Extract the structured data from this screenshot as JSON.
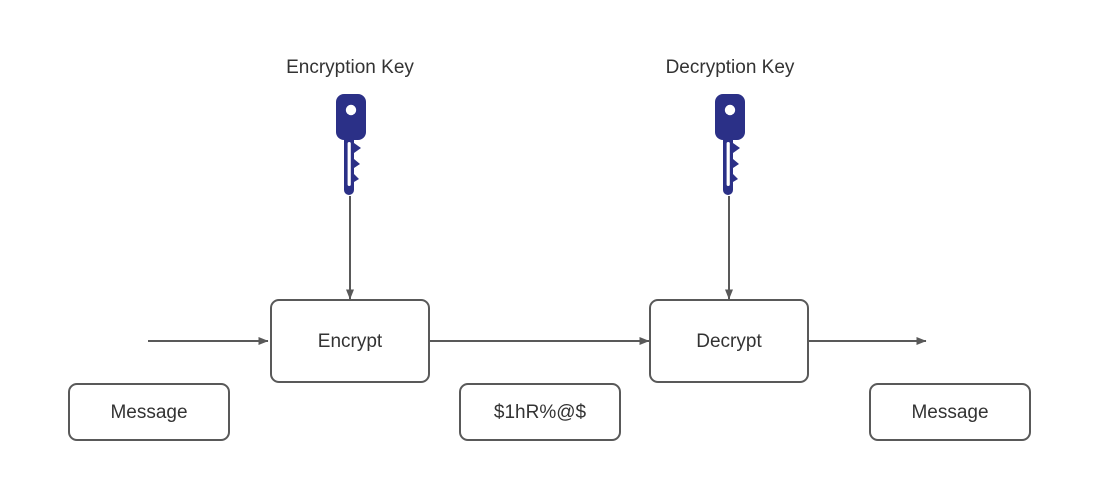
{
  "diagram": {
    "title": "Symmetric encryption / decryption flow",
    "background_color": "#ffffff",
    "stroke_color": "#595959",
    "text_color": "#333333",
    "key_color": "#2b3087"
  },
  "captions": [
    {
      "id": "encryption-key",
      "label": "Encryption Key"
    },
    {
      "id": "decryption-key",
      "label": "Decryption Key"
    }
  ],
  "keys": [
    {
      "id": "encryption-key-icon",
      "icon": "key-icon",
      "color": "#2b3087"
    },
    {
      "id": "decryption-key-icon",
      "icon": "key-icon",
      "color": "#2b3087"
    }
  ],
  "nodes": [
    {
      "id": "encrypt",
      "label": "Encrypt"
    },
    {
      "id": "decrypt",
      "label": "Decrypt"
    },
    {
      "id": "message-in",
      "label": "Message"
    },
    {
      "id": "ciphertext",
      "label": "$1hR%@$"
    },
    {
      "id": "message-out",
      "label": "Message"
    }
  ],
  "edges": [
    {
      "id": "input-to-encrypt",
      "from": "message-in",
      "to": "encrypt",
      "arrow": "right"
    },
    {
      "id": "encrypt-to-decrypt",
      "from": "encrypt",
      "to": "decrypt",
      "arrow": "right"
    },
    {
      "id": "decrypt-to-output",
      "from": "decrypt",
      "to": "message-out",
      "arrow": "right"
    },
    {
      "id": "enc-key-to-encrypt",
      "from": "encryption-key-icon",
      "to": "encrypt",
      "arrow": "down"
    },
    {
      "id": "dec-key-to-decrypt",
      "from": "decryption-key-icon",
      "to": "decrypt",
      "arrow": "down"
    }
  ]
}
